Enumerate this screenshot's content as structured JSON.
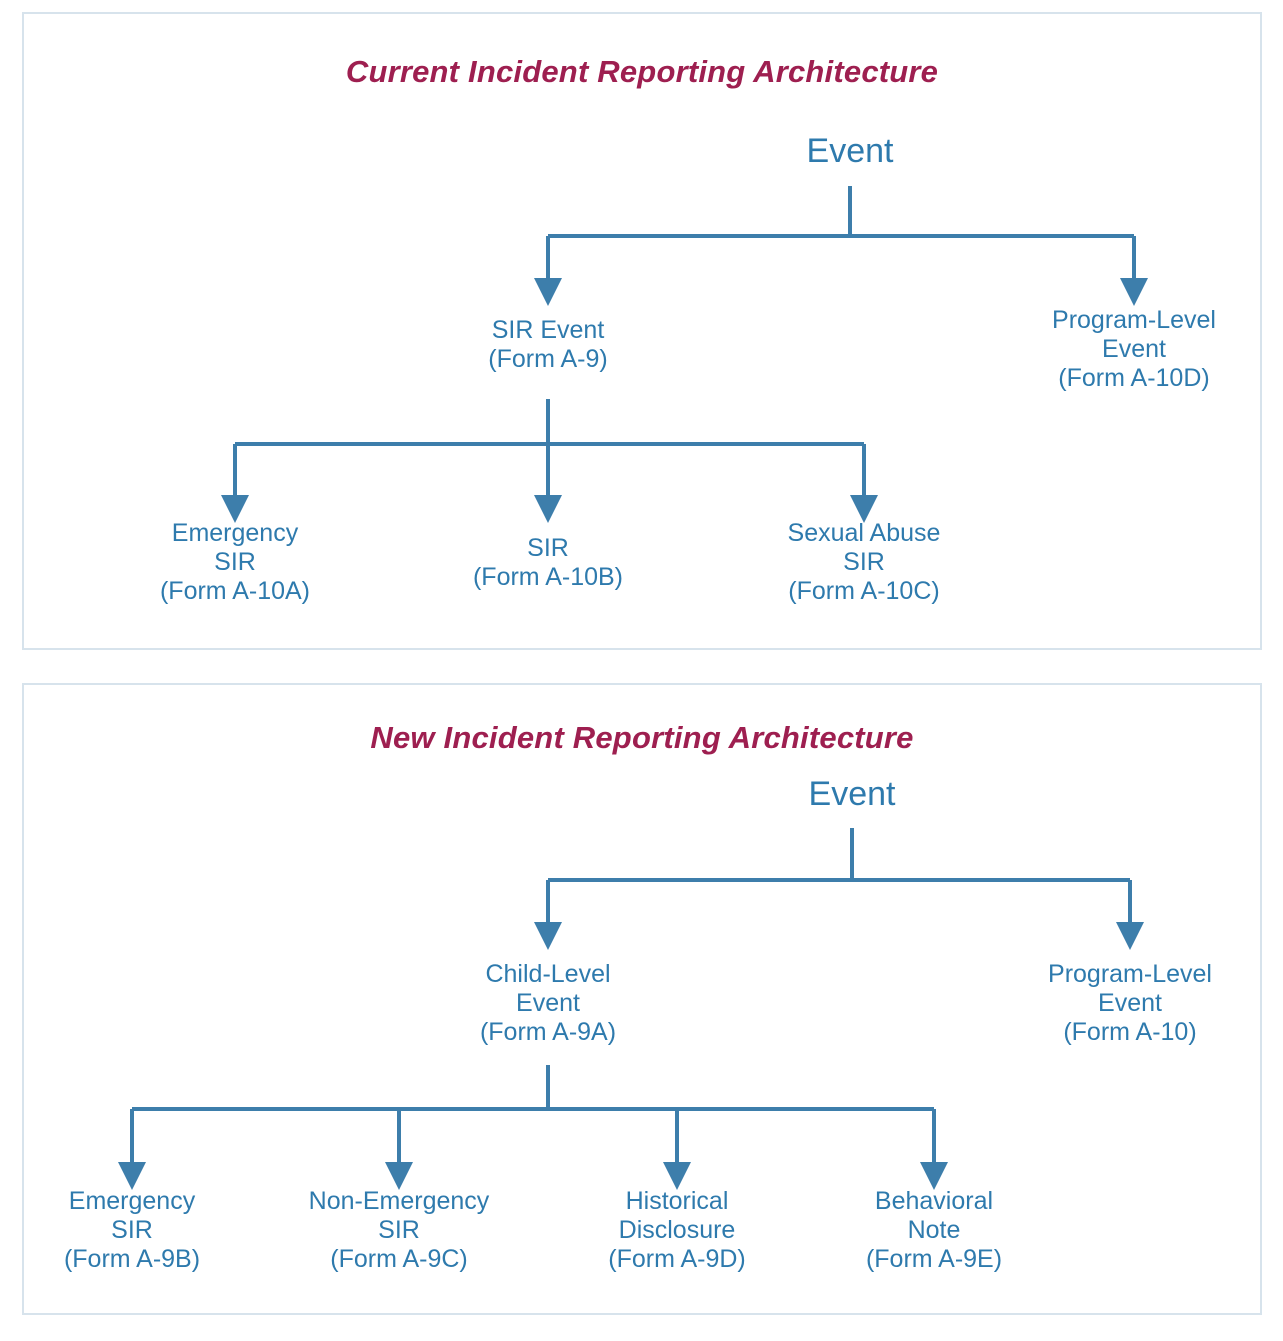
{
  "page": {
    "background": "#ffffff",
    "panel_border_color": "#d7e3ec",
    "title_color": "#9e1f50",
    "node_text_color": "#2e7aad",
    "connector_color": "#3d7eab"
  },
  "panels": [
    {
      "id": "current",
      "title": "Current Incident Reporting Architecture",
      "root": {
        "label": "Event"
      },
      "tier2": [
        {
          "label": "SIR Event\n(Form A-9)"
        },
        {
          "label": "Program-Level\nEvent\n(Form A-10D)"
        }
      ],
      "tier3": [
        {
          "label": "Emergency\nSIR\n(Form A-10A)"
        },
        {
          "label": "SIR\n(Form A-10B)"
        },
        {
          "label": "Sexual Abuse\nSIR\n(Form A-10C)"
        }
      ]
    },
    {
      "id": "new",
      "title": "New Incident Reporting Architecture",
      "root": {
        "label": "Event"
      },
      "tier2": [
        {
          "label": "Child-Level\nEvent\n(Form A-9A)"
        },
        {
          "label": "Program-Level\nEvent\n(Form A-10)"
        }
      ],
      "tier3": [
        {
          "label": "Emergency\nSIR\n(Form A-9B)"
        },
        {
          "label": "Non-Emergency\nSIR\n(Form A-9C)"
        },
        {
          "label": "Historical\nDisclosure\n(Form A-9D)"
        },
        {
          "label": "Behavioral\nNote\n(Form A-9E)"
        }
      ]
    }
  ]
}
